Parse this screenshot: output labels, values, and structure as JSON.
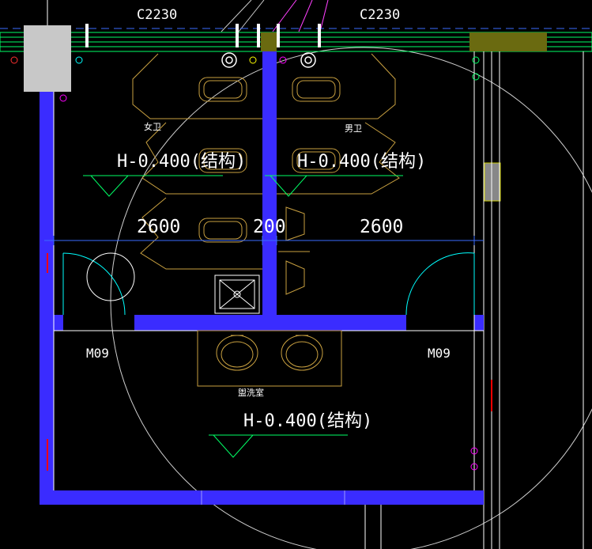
{
  "drawing": {
    "window_top_left": "C2230",
    "window_top_right": "C2230",
    "room_label_female": "女卫",
    "room_label_male": "男卫",
    "room_label_washroom": "盥洗室",
    "level_label_1": "H-0.400(结构)",
    "level_label_2": "H-0.400(结构)",
    "level_label_3": "H-0.400(结构)",
    "dim_left": "2600",
    "dim_middle": "200",
    "dim_right": "2600",
    "door_left": "M09",
    "door_right": "M09"
  },
  "colors": {
    "wall": "#3a2cff",
    "background": "#000000",
    "fixture": "#c8a040",
    "green_line": "#00ff66",
    "cyan_line": "#00ffff",
    "magenta_line": "#ff00ff",
    "grid_line": "#ffffff"
  }
}
